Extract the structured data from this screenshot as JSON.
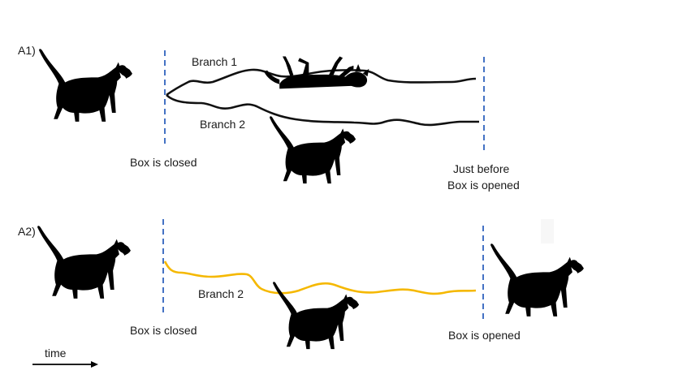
{
  "panel_a1": {
    "label": "A1)",
    "branch1_label": "Branch 1",
    "branch2_label": "Branch 2",
    "closed_label": "Box is closed",
    "before_open_line1": "Just before",
    "before_open_line2": "Box is opened"
  },
  "panel_a2": {
    "label": "A2)",
    "branch2_label": "Branch 2",
    "closed_label": "Box is closed",
    "opened_label": "Box is opened"
  },
  "time_label": "time",
  "colors": {
    "dashed_line": "#4472c4",
    "branch_a1": "#111111",
    "branch_a2": "#f5b800",
    "cat": "#000000"
  }
}
